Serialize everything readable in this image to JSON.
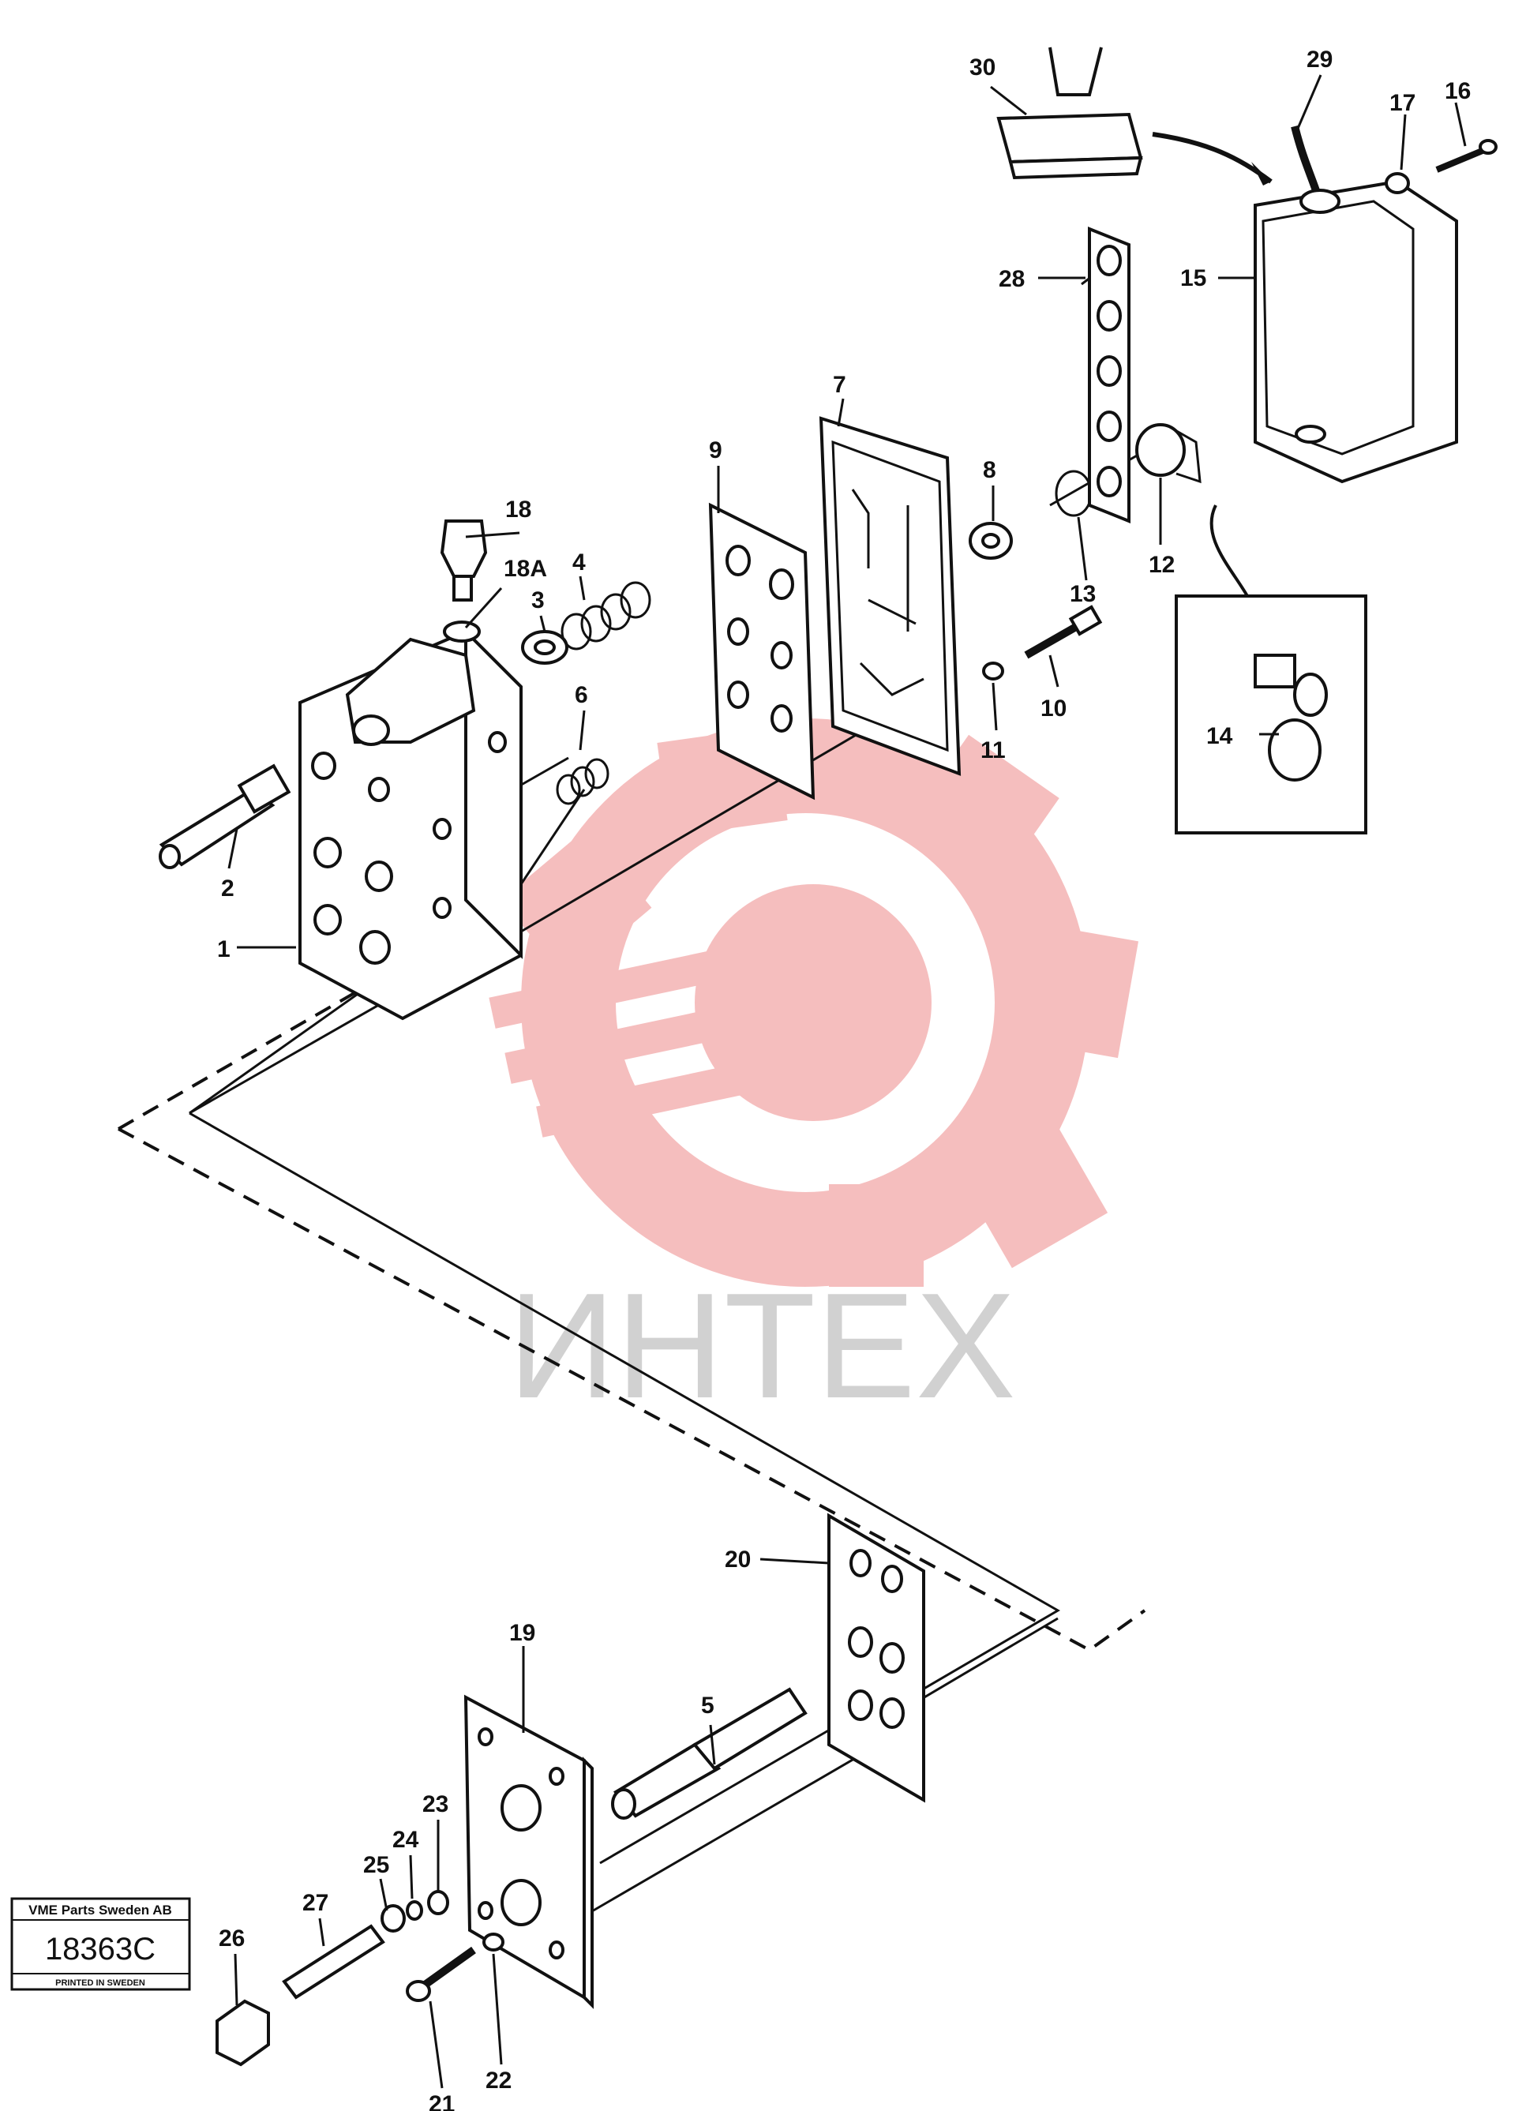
{
  "watermark": {
    "text": "ИНТЕХ",
    "gear_color": "#f4b3b3",
    "text_color": "#c9c9c9"
  },
  "stamp": {
    "company": "VME Parts Sweden AB",
    "number": "18363C",
    "footer": "PRINTED IN SWEDEN"
  },
  "callouts": [
    {
      "id": "1",
      "text": "1"
    },
    {
      "id": "2",
      "text": "2"
    },
    {
      "id": "3",
      "text": "3"
    },
    {
      "id": "4",
      "text": "4"
    },
    {
      "id": "5",
      "text": "5"
    },
    {
      "id": "6",
      "text": "6"
    },
    {
      "id": "7",
      "text": "7"
    },
    {
      "id": "8",
      "text": "8"
    },
    {
      "id": "9",
      "text": "9"
    },
    {
      "id": "10",
      "text": "10"
    },
    {
      "id": "11",
      "text": "11"
    },
    {
      "id": "12",
      "text": "12"
    },
    {
      "id": "13",
      "text": "13"
    },
    {
      "id": "14",
      "text": "14"
    },
    {
      "id": "15",
      "text": "15"
    },
    {
      "id": "16",
      "text": "16"
    },
    {
      "id": "17",
      "text": "17"
    },
    {
      "id": "18",
      "text": "18"
    },
    {
      "id": "18A",
      "text": "18A"
    },
    {
      "id": "19",
      "text": "19"
    },
    {
      "id": "20",
      "text": "20"
    },
    {
      "id": "21",
      "text": "21"
    },
    {
      "id": "22",
      "text": "22"
    },
    {
      "id": "23",
      "text": "23"
    },
    {
      "id": "24",
      "text": "24"
    },
    {
      "id": "25",
      "text": "25"
    },
    {
      "id": "26",
      "text": "26"
    },
    {
      "id": "27",
      "text": "27"
    },
    {
      "id": "28",
      "text": "28"
    },
    {
      "id": "29",
      "text": "29"
    },
    {
      "id": "30",
      "text": "30"
    }
  ]
}
